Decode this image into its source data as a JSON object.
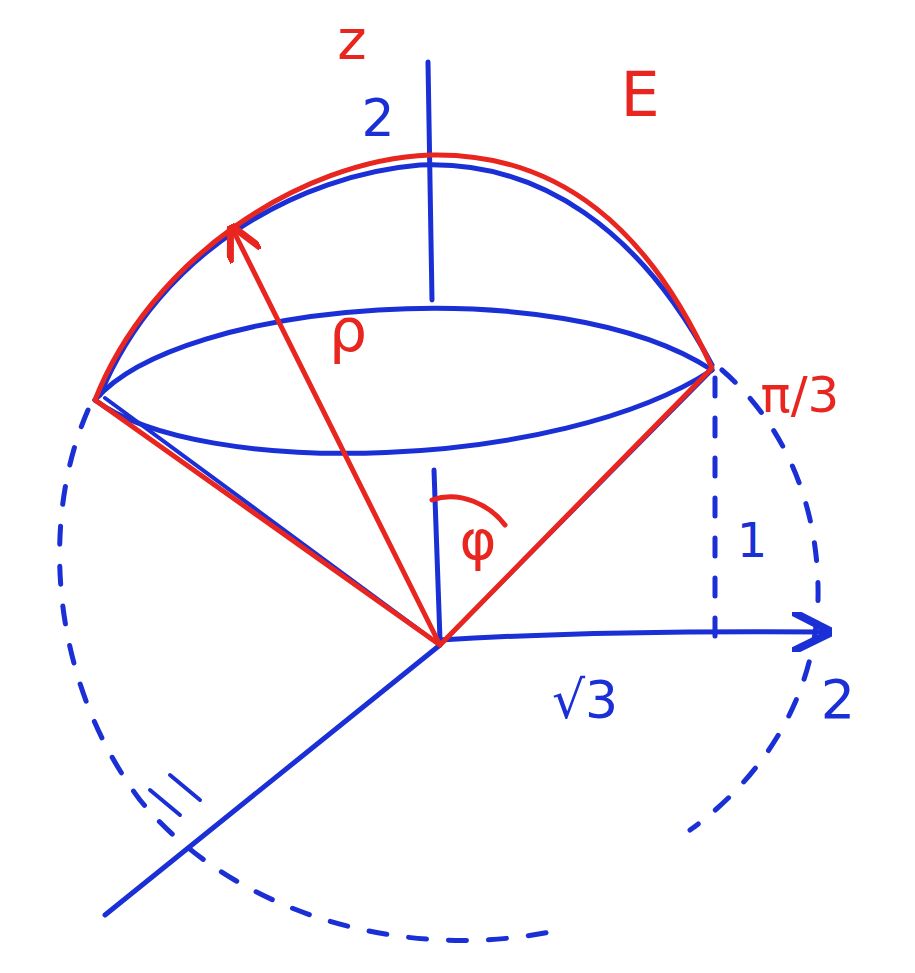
{
  "diagram": {
    "labels": [
      "z",
      "2",
      "E",
      "ρ",
      "φ",
      "π/3",
      "1",
      "√3",
      "2"
    ]
  }
}
